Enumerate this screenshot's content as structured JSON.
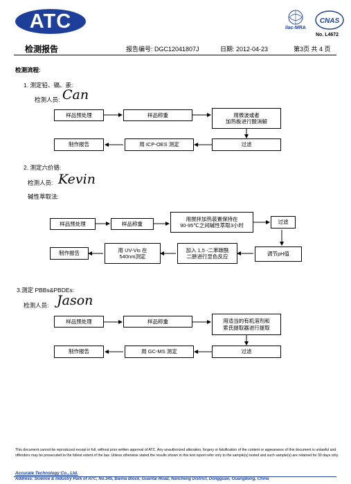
{
  "header": {
    "logo": "ATC",
    "ilac_label": "ilac-MRA",
    "cnas_label": "CNAS",
    "reg_no": "No. L4672",
    "title": "检测报告",
    "report_no": "报告编号: DGC12041807J",
    "date": "日期: 2012-04-23",
    "page": "第3页 共 4 页"
  },
  "flow_title": "检测流程:",
  "section1": {
    "heading": "1. 测定铅、镉、汞:",
    "inspector_label": "检测人员:",
    "signature": "Can",
    "boxes": [
      "样品预处理",
      "样品称重",
      "用微波或者\n加热板进行酸消解",
      "过滤",
      "用 ICP-OES 测定",
      "制作报告"
    ]
  },
  "section2": {
    "heading": "2. 测定六价铬:",
    "inspector_label": "检测人员:",
    "signature": "Kevin",
    "extraction": "碱性萃取法:",
    "boxes": [
      "样品预处理",
      "样品称重",
      "用搅拌加热装置保持在\n90-95℃之间碱性萃取3小时",
      "过滤",
      "调节pH值",
      "加入 1,5 -二苯碳酰\n二肼进行显色反应",
      "用 UV-Vis 在\n540nm测定",
      "制作报告"
    ]
  },
  "section3": {
    "heading": "3.测定 PBBs&PBDEs:",
    "inspector_label": "检测人员:",
    "signature": "Jason",
    "boxes": [
      "样品预处理",
      "样品称重",
      "用适当的有机溶剂和\n索氏提取器进行提取",
      "过滤",
      "用 GC-MS 测定",
      "制作报告"
    ]
  },
  "footer": {
    "disclaimer": "This document cannot be reproduced except in full, without prior written approval of ATC. Any unauthorized alteration, forgery or falsification of the content or appearance of this document is unlawful and offenders may be prosecuted to the fullest extent of the law. Unless otherwise stated the results shown in this test report refer only to the sample(s) tested and such sample(s) are retained for 30 days only.",
    "company": "Accurate Technology Co., Ltd.",
    "address": "Address: Science & Industry Park of ATC, No.345, Baima Block, Guantai Road, Nancheng District, Dongguan, Guangdong, China"
  }
}
